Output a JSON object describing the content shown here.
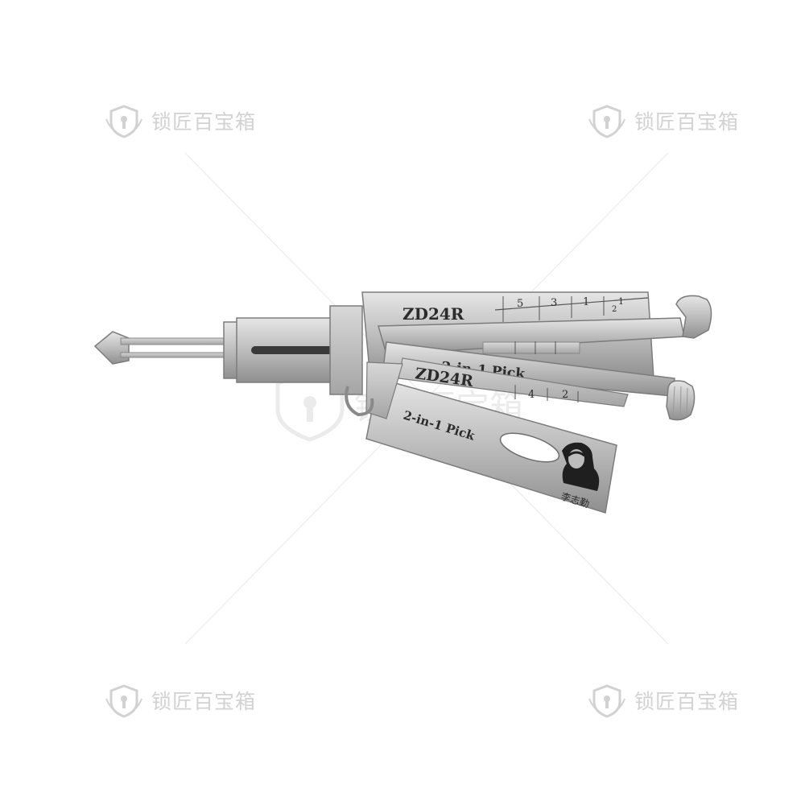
{
  "watermark": {
    "text": "锁匠百宝箱",
    "icon": "lock-shield-icon",
    "color": "#d2d2d2"
  },
  "tool": {
    "upper_blade": {
      "model": "ZD24R",
      "scale_marks": [
        "5",
        "3",
        "1",
        "1",
        "2"
      ],
      "label": "2-in-1 Pick"
    },
    "lower_blade": {
      "model": "ZD24R",
      "scale_marks": [
        "4",
        "2"
      ],
      "label": "2-in-1 Pick"
    },
    "signature_name": "李志勤",
    "metal_color": "#c4c4c4"
  }
}
